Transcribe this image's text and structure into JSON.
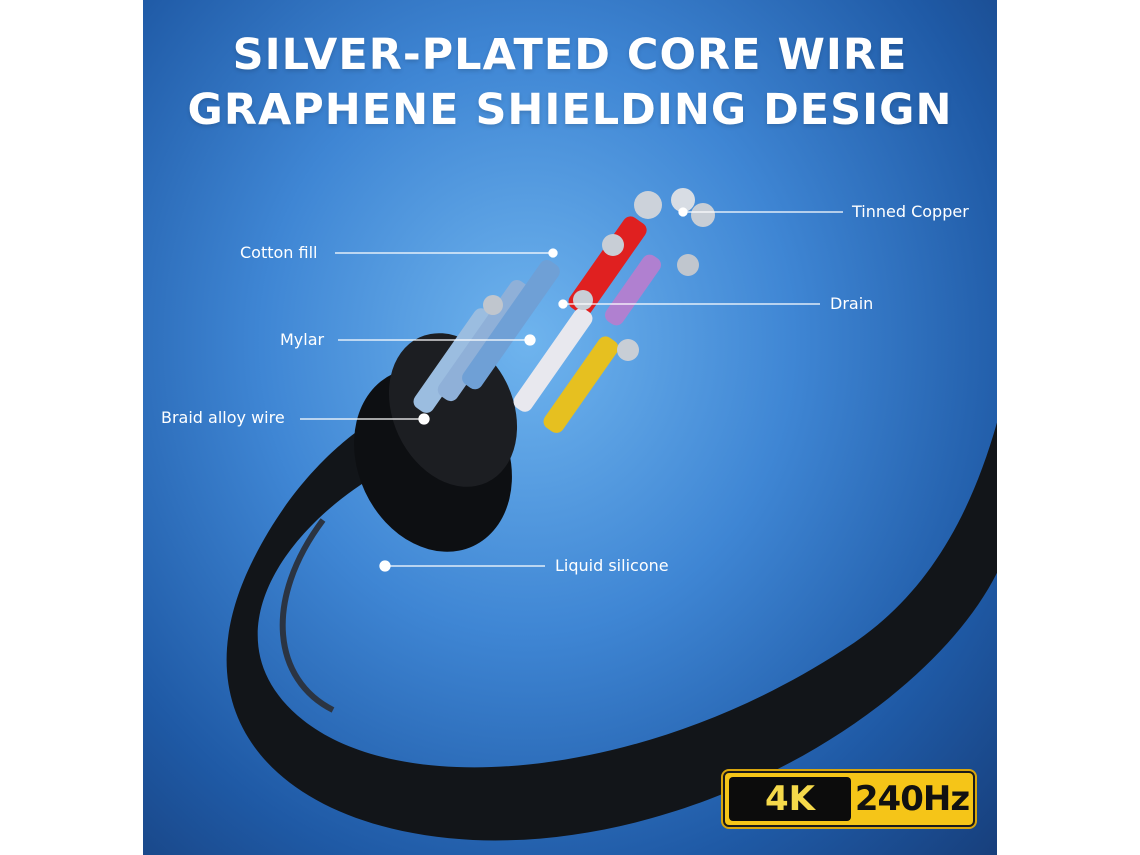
{
  "headline": {
    "line1": "SILVER-PLATED CORE WIRE",
    "line2": "GRAPHENE SHIELDING DESIGN"
  },
  "labels": {
    "tinned_copper": "Tinned Copper",
    "cotton_fill": "Cotton fill",
    "drain": "Drain",
    "mylar": "Mylar",
    "braid": "Braid alloy wire",
    "silicone": "Liquid silicone"
  },
  "badge": {
    "resolution": "4K",
    "refresh": "240Hz"
  },
  "colors": {
    "background": "#3f86d4",
    "badge_yellow": "#f5c518",
    "cable": "#111418"
  }
}
